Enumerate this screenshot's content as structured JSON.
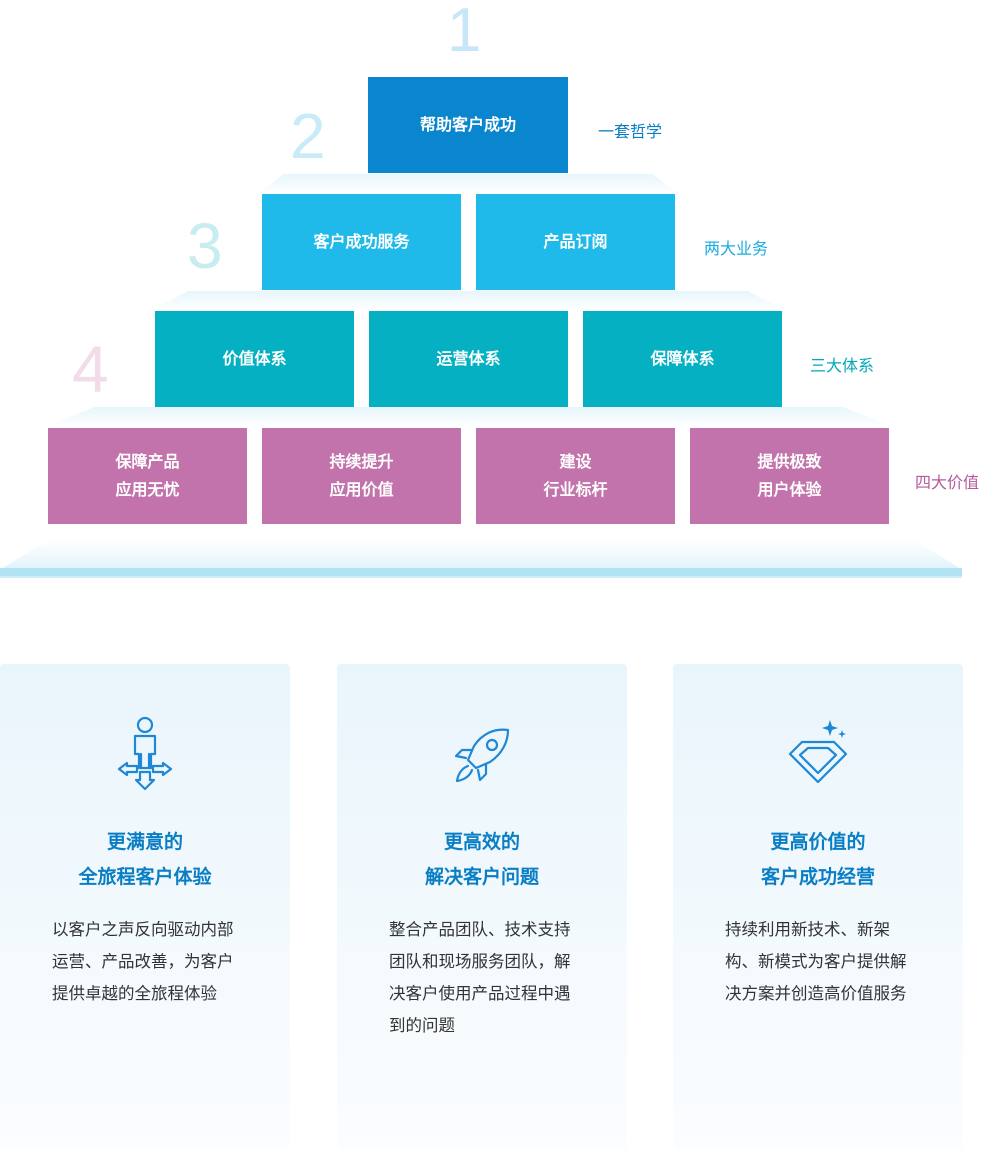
{
  "pyramid": {
    "numbers": [
      "1",
      "2",
      "3",
      "4"
    ],
    "levels": [
      {
        "boxes": [
          {
            "lines": [
              "帮助客户成功"
            ]
          }
        ],
        "side_label": "一套哲学",
        "color": "#0a86cf"
      },
      {
        "boxes": [
          {
            "lines": [
              "客户成功服务"
            ]
          },
          {
            "lines": [
              "产品订阅"
            ]
          }
        ],
        "side_label": "两大业务",
        "color": "#1fbaea"
      },
      {
        "boxes": [
          {
            "lines": [
              "价值体系"
            ]
          },
          {
            "lines": [
              "运营体系"
            ]
          },
          {
            "lines": [
              "保障体系"
            ]
          }
        ],
        "side_label": "三大体系",
        "color": "#04b0c1"
      },
      {
        "boxes": [
          {
            "lines": [
              "保障产品",
              "应用无忧"
            ]
          },
          {
            "lines": [
              "持续提升",
              "应用价值"
            ]
          },
          {
            "lines": [
              "建设",
              "行业标杆"
            ]
          },
          {
            "lines": [
              "提供极致",
              "用户体验"
            ]
          }
        ],
        "side_label": "四大价值",
        "color": "#c273ab"
      }
    ]
  },
  "cards": [
    {
      "icon": "person-crossroads-icon",
      "title1": "更满意的",
      "title2": "全旅程客户体验",
      "desc": "以客户之声反向驱动内部运营、产品改善，为客户提供卓越的全旅程体验"
    },
    {
      "icon": "rocket-icon",
      "title1": "更高效的",
      "title2": "解决客户问题",
      "desc": "整合产品团队、技术支持团队和现场服务团队，解决客户使用产品过程中遇到的问题"
    },
    {
      "icon": "diamond-icon",
      "title1": "更高价值的",
      "title2": "客户成功经营",
      "desc": "持续利用新技术、新架构、新模式为客户提供解决方案并创造高价值服务"
    }
  ],
  "colors": {
    "accent": "#0a7ec4",
    "title_blue": "#0a7ec4"
  }
}
